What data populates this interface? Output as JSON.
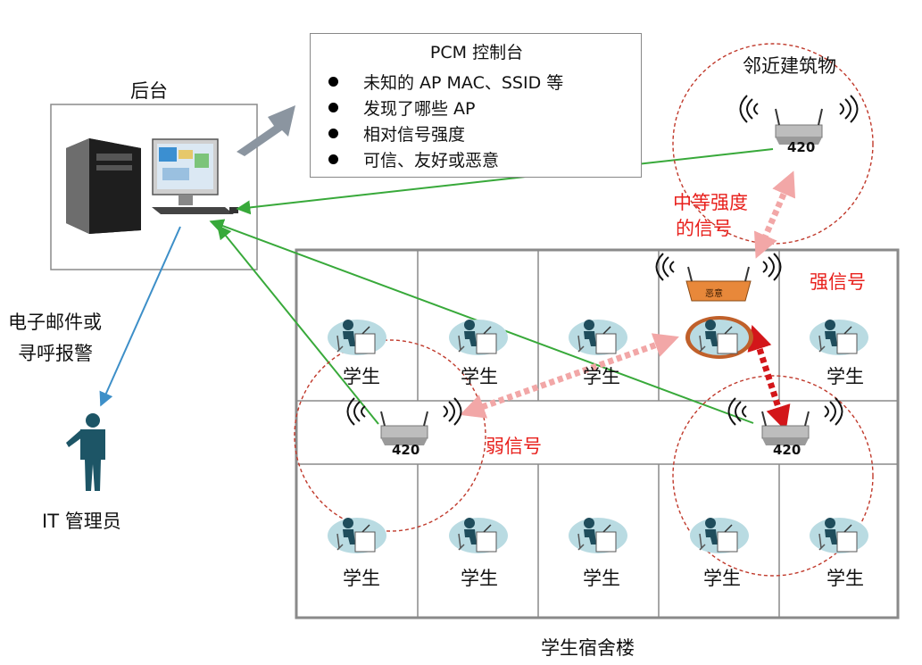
{
  "backend": {
    "label": "后台"
  },
  "console": {
    "title": "PCM 控制台",
    "items": [
      "未知的 AP MAC、SSID 等",
      "发现了哪些 AP",
      "相对信号强度",
      "可信、友好或恶意"
    ]
  },
  "nearby_building": {
    "label": "邻近建筑物"
  },
  "signals": {
    "medium": [
      "中等强度",
      "的信号"
    ],
    "strong": "强信号",
    "weak": "弱信号"
  },
  "alert": {
    "line1": "电子邮件或",
    "line2": "寻呼报警"
  },
  "admin": {
    "label": "IT 管理员"
  },
  "ap_model": "420",
  "rogue_ap_label": "恶意",
  "student": "学生",
  "dorm": {
    "label": "学生宿舍楼"
  },
  "colors": {
    "green_link": "#38a93a",
    "blue_link": "#3d8fc8",
    "red_text": "#e8201c",
    "dashed_circle": "#c0392b"
  }
}
